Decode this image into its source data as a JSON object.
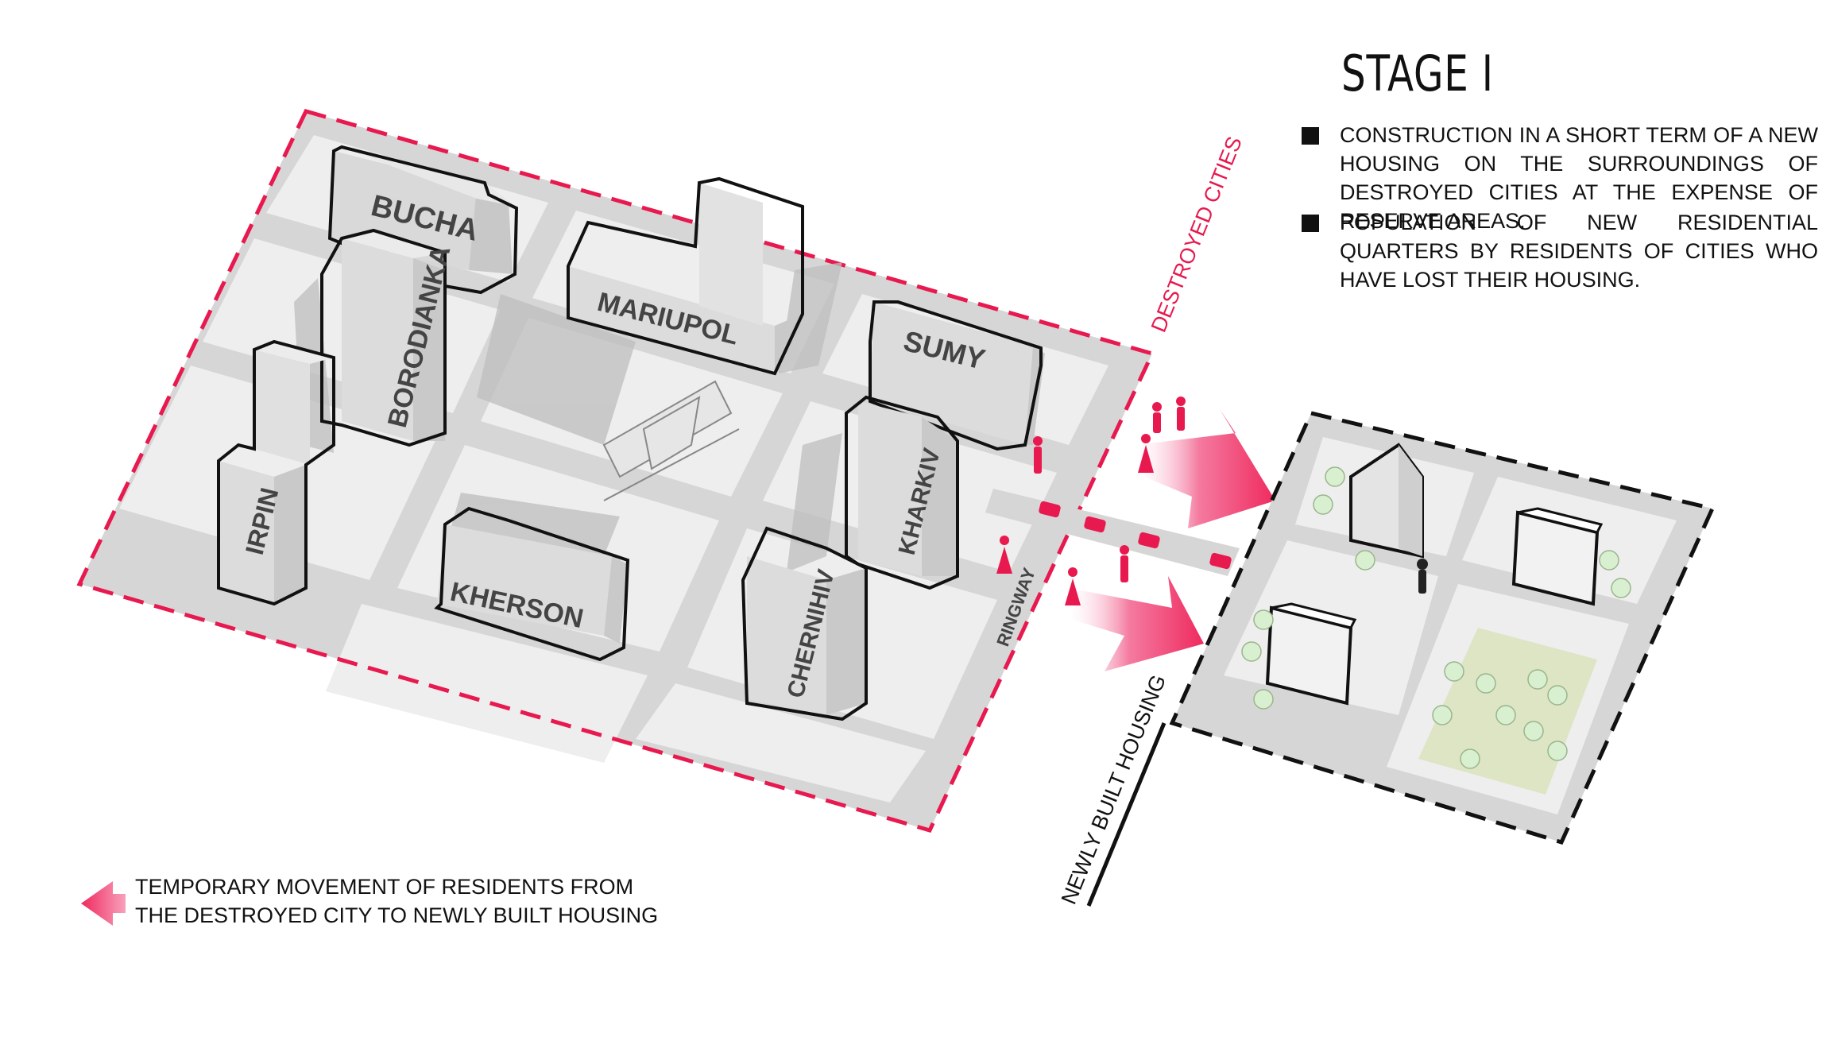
{
  "stage": {
    "title": "STAGE I",
    "bullets": [
      "CONSTRUCTION IN A SHORT TERM OF A NEW HOUSING ON THE SURROUNDINGS OF DESTROYED CITIES AT THE EXPENSE OF RESERVE AREAS.",
      "POPULATION OF NEW RESIDENTIAL QUARTERS BY RESIDENTS OF CITIES WHO HAVE LOST THEIR HOUSING."
    ]
  },
  "legend": {
    "line1": "TEMPORARY MOVEMENT OF RESIDENTS FROM",
    "line2": "THE DESTROYED CITY TO NEWLY BUILT HOUSING"
  },
  "zones": {
    "destroyed": "DESTROYED CITIES",
    "newly": "NEWLY BUILT HOUSING",
    "ringway": "RINGWAY"
  },
  "buildings": {
    "bucha": "BUCHA",
    "borodianka": "BORODIANKA",
    "irpin": "IRPIN",
    "mariupol": "MARIUPOL",
    "sumy": "SUMY",
    "kharkiv": "KHARKIV",
    "kherson": "KHERSON",
    "chernihiv": "CHERNIHIV"
  },
  "colors": {
    "accent": "#e8194f",
    "arrow": "#f2527c",
    "ground": "#d6d6d6",
    "block": "#efefef",
    "park": "#dde5c4",
    "tree": "#d8f0d0"
  }
}
